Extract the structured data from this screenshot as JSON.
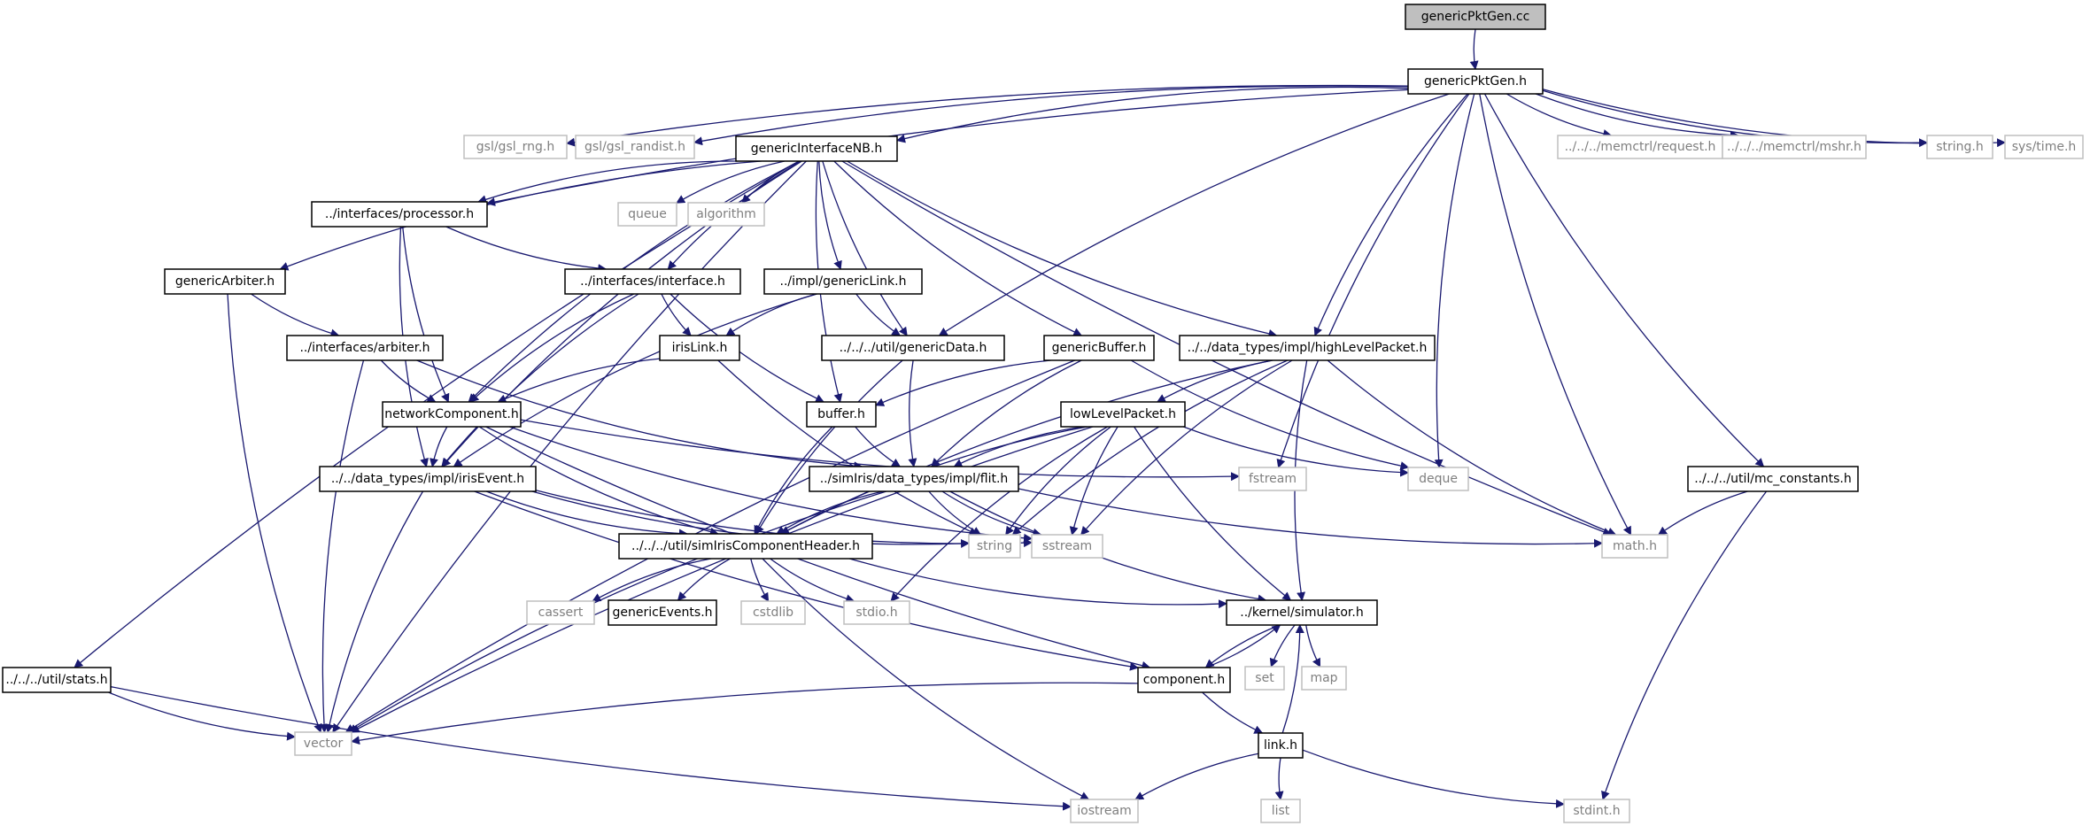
{
  "diagram": {
    "type": "include-dependency-graph",
    "colors": {
      "edge": "#191970",
      "root_fill": "#bfbfbf",
      "box_border": "#000000",
      "external_border": "#bfbfbf",
      "external_text": "#7f7f7f"
    },
    "nodes": [
      {
        "id": "genericPktGen_cc",
        "label": "genericPktGen.cc",
        "style": "root"
      },
      {
        "id": "genericPktGen_h",
        "label": "genericPktGen.h",
        "style": "solid"
      },
      {
        "id": "gsl_rng",
        "label": "gsl/gsl_rng.h",
        "style": "gray"
      },
      {
        "id": "gsl_randist",
        "label": "gsl/gsl_randist.h",
        "style": "gray"
      },
      {
        "id": "genericInterfaceNB",
        "label": "genericInterfaceNB.h",
        "style": "solid"
      },
      {
        "id": "memctrl_request",
        "label": "../../../memctrl/request.h",
        "style": "gray"
      },
      {
        "id": "memctrl_mshr",
        "label": "../../../memctrl/mshr.h",
        "style": "gray"
      },
      {
        "id": "string_h",
        "label": "string.h",
        "style": "gray"
      },
      {
        "id": "sys_time",
        "label": "sys/time.h",
        "style": "gray"
      },
      {
        "id": "processor",
        "label": "../interfaces/processor.h",
        "style": "solid"
      },
      {
        "id": "queue",
        "label": "queue",
        "style": "gray"
      },
      {
        "id": "algorithm",
        "label": "algorithm",
        "style": "gray"
      },
      {
        "id": "genericArbiter",
        "label": "genericArbiter.h",
        "style": "solid"
      },
      {
        "id": "interface",
        "label": "../interfaces/interface.h",
        "style": "solid"
      },
      {
        "id": "genericLink",
        "label": "../impl/genericLink.h",
        "style": "solid"
      },
      {
        "id": "arbiter",
        "label": "../interfaces/arbiter.h",
        "style": "solid"
      },
      {
        "id": "irisLink",
        "label": "irisLink.h",
        "style": "solid"
      },
      {
        "id": "genericData",
        "label": "../../../util/genericData.h",
        "style": "solid"
      },
      {
        "id": "genericBuffer",
        "label": "genericBuffer.h",
        "style": "solid"
      },
      {
        "id": "highLevelPacket",
        "label": "../../data_types/impl/highLevelPacket.h",
        "style": "solid"
      },
      {
        "id": "networkComponent",
        "label": "networkComponent.h",
        "style": "solid"
      },
      {
        "id": "buffer",
        "label": "buffer.h",
        "style": "solid"
      },
      {
        "id": "lowLevelPacket",
        "label": "lowLevelPacket.h",
        "style": "solid"
      },
      {
        "id": "irisEvent",
        "label": "../../data_types/impl/irisEvent.h",
        "style": "solid"
      },
      {
        "id": "flit",
        "label": "../simIris/data_types/impl/flit.h",
        "style": "solid"
      },
      {
        "id": "fstream",
        "label": "fstream",
        "style": "gray"
      },
      {
        "id": "deque",
        "label": "deque",
        "style": "gray"
      },
      {
        "id": "mc_constants",
        "label": "../../../util/mc_constants.h",
        "style": "solid"
      },
      {
        "id": "string",
        "label": "string",
        "style": "gray"
      },
      {
        "id": "sstream",
        "label": "sstream",
        "style": "gray"
      },
      {
        "id": "math_h",
        "label": "math.h",
        "style": "gray"
      },
      {
        "id": "simIrisComponentHeader",
        "label": "../../../util/simIrisComponentHeader.h",
        "style": "solid"
      },
      {
        "id": "cassert",
        "label": "cassert",
        "style": "gray"
      },
      {
        "id": "genericEvents",
        "label": "genericEvents.h",
        "style": "solid"
      },
      {
        "id": "cstdlib",
        "label": "cstdlib",
        "style": "gray"
      },
      {
        "id": "stdio_h",
        "label": "stdio.h",
        "style": "gray"
      },
      {
        "id": "simulator",
        "label": "../kernel/simulator.h",
        "style": "solid"
      },
      {
        "id": "set",
        "label": "set",
        "style": "gray"
      },
      {
        "id": "map",
        "label": "map",
        "style": "gray"
      },
      {
        "id": "stats",
        "label": "../../../util/stats.h",
        "style": "solid"
      },
      {
        "id": "component",
        "label": "component.h",
        "style": "solid"
      },
      {
        "id": "vector",
        "label": "vector",
        "style": "gray"
      },
      {
        "id": "link",
        "label": "link.h",
        "style": "solid"
      },
      {
        "id": "list",
        "label": "list",
        "style": "gray"
      },
      {
        "id": "iostream",
        "label": "iostream",
        "style": "gray"
      },
      {
        "id": "stdint",
        "label": "stdint.h",
        "style": "gray"
      }
    ],
    "edges": [
      [
        "genericPktGen_cc",
        "genericPktGen_h"
      ],
      [
        "genericPktGen_h",
        "gsl_rng"
      ],
      [
        "genericPktGen_h",
        "gsl_randist"
      ],
      [
        "genericPktGen_h",
        "genericInterfaceNB"
      ],
      [
        "genericPktGen_h",
        "memctrl_request"
      ],
      [
        "genericPktGen_h",
        "memctrl_mshr"
      ],
      [
        "genericPktGen_h",
        "string_h"
      ],
      [
        "genericPktGen_h",
        "sys_time"
      ],
      [
        "genericPktGen_h",
        "processor"
      ],
      [
        "genericPktGen_h",
        "genericData"
      ],
      [
        "genericPktGen_h",
        "highLevelPacket"
      ],
      [
        "genericPktGen_h",
        "fstream"
      ],
      [
        "genericPktGen_h",
        "deque"
      ],
      [
        "genericPktGen_h",
        "math_h"
      ],
      [
        "genericPktGen_h",
        "mc_constants"
      ],
      [
        "genericInterfaceNB",
        "processor"
      ],
      [
        "genericInterfaceNB",
        "queue"
      ],
      [
        "genericInterfaceNB",
        "algorithm"
      ],
      [
        "genericInterfaceNB",
        "genericArbiter"
      ],
      [
        "genericInterfaceNB",
        "interface"
      ],
      [
        "genericInterfaceNB",
        "genericLink"
      ],
      [
        "genericInterfaceNB",
        "genericData"
      ],
      [
        "genericInterfaceNB",
        "genericBuffer"
      ],
      [
        "genericInterfaceNB",
        "highLevelPacket"
      ],
      [
        "genericInterfaceNB",
        "networkComponent"
      ],
      [
        "genericInterfaceNB",
        "buffer"
      ],
      [
        "genericInterfaceNB",
        "irisEvent"
      ],
      [
        "genericInterfaceNB",
        "math_h"
      ],
      [
        "genericInterfaceNB",
        "vector"
      ],
      [
        "genericInterfaceNB",
        "stats"
      ],
      [
        "processor",
        "interface"
      ],
      [
        "processor",
        "networkComponent"
      ],
      [
        "processor",
        "irisEvent"
      ],
      [
        "genericArbiter",
        "arbiter"
      ],
      [
        "genericArbiter",
        "vector"
      ],
      [
        "interface",
        "irisLink"
      ],
      [
        "interface",
        "buffer"
      ],
      [
        "interface",
        "networkComponent"
      ],
      [
        "interface",
        "irisEvent"
      ],
      [
        "genericLink",
        "irisLink"
      ],
      [
        "genericLink",
        "genericData"
      ],
      [
        "genericLink",
        "irisEvent"
      ],
      [
        "arbiter",
        "networkComponent"
      ],
      [
        "arbiter",
        "flit"
      ],
      [
        "arbiter",
        "vector"
      ],
      [
        "irisLink",
        "networkComponent"
      ],
      [
        "irisLink",
        "string"
      ],
      [
        "genericData",
        "flit"
      ],
      [
        "genericData",
        "simIrisComponentHeader"
      ],
      [
        "genericBuffer",
        "buffer"
      ],
      [
        "genericBuffer",
        "flit"
      ],
      [
        "genericBuffer",
        "deque"
      ],
      [
        "genericBuffer",
        "vector"
      ],
      [
        "highLevelPacket",
        "lowLevelPacket"
      ],
      [
        "highLevelPacket",
        "simIrisComponentHeader"
      ],
      [
        "highLevelPacket",
        "string"
      ],
      [
        "highLevelPacket",
        "sstream"
      ],
      [
        "highLevelPacket",
        "simulator"
      ],
      [
        "highLevelPacket",
        "math_h"
      ],
      [
        "networkComponent",
        "irisEvent"
      ],
      [
        "networkComponent",
        "simIrisComponentHeader"
      ],
      [
        "networkComponent",
        "fstream"
      ],
      [
        "networkComponent",
        "sstream"
      ],
      [
        "networkComponent",
        "component"
      ],
      [
        "buffer",
        "flit"
      ],
      [
        "buffer",
        "simIrisComponentHeader"
      ],
      [
        "lowLevelPacket",
        "flit"
      ],
      [
        "lowLevelPacket",
        "simIrisComponentHeader"
      ],
      [
        "lowLevelPacket",
        "string"
      ],
      [
        "lowLevelPacket",
        "sstream"
      ],
      [
        "lowLevelPacket",
        "deque"
      ],
      [
        "lowLevelPacket",
        "stdio_h"
      ],
      [
        "lowLevelPacket",
        "simulator"
      ],
      [
        "lowLevelPacket",
        "vector"
      ],
      [
        "irisEvent",
        "simIrisComponentHeader"
      ],
      [
        "irisEvent",
        "string"
      ],
      [
        "irisEvent",
        "sstream"
      ],
      [
        "irisEvent",
        "vector"
      ],
      [
        "irisEvent",
        "component"
      ],
      [
        "flit",
        "simIrisComponentHeader"
      ],
      [
        "flit",
        "string"
      ],
      [
        "flit",
        "sstream"
      ],
      [
        "flit",
        "math_h"
      ],
      [
        "flit",
        "simulator"
      ],
      [
        "flit",
        "vector"
      ],
      [
        "mc_constants",
        "math_h"
      ],
      [
        "mc_constants",
        "stdint"
      ],
      [
        "simIrisComponentHeader",
        "cassert"
      ],
      [
        "simIrisComponentHeader",
        "genericEvents"
      ],
      [
        "simIrisComponentHeader",
        "cstdlib"
      ],
      [
        "simIrisComponentHeader",
        "stdio_h"
      ],
      [
        "simIrisComponentHeader",
        "simulator"
      ],
      [
        "simIrisComponentHeader",
        "iostream"
      ],
      [
        "simulator",
        "component"
      ],
      [
        "simulator",
        "set"
      ],
      [
        "simulator",
        "map"
      ],
      [
        "component",
        "simulator"
      ],
      [
        "component",
        "link"
      ],
      [
        "component",
        "vector"
      ],
      [
        "link",
        "simulator"
      ],
      [
        "link",
        "list"
      ],
      [
        "link",
        "iostream"
      ],
      [
        "link",
        "stdint"
      ],
      [
        "stats",
        "vector"
      ],
      [
        "stats",
        "iostream"
      ]
    ]
  }
}
